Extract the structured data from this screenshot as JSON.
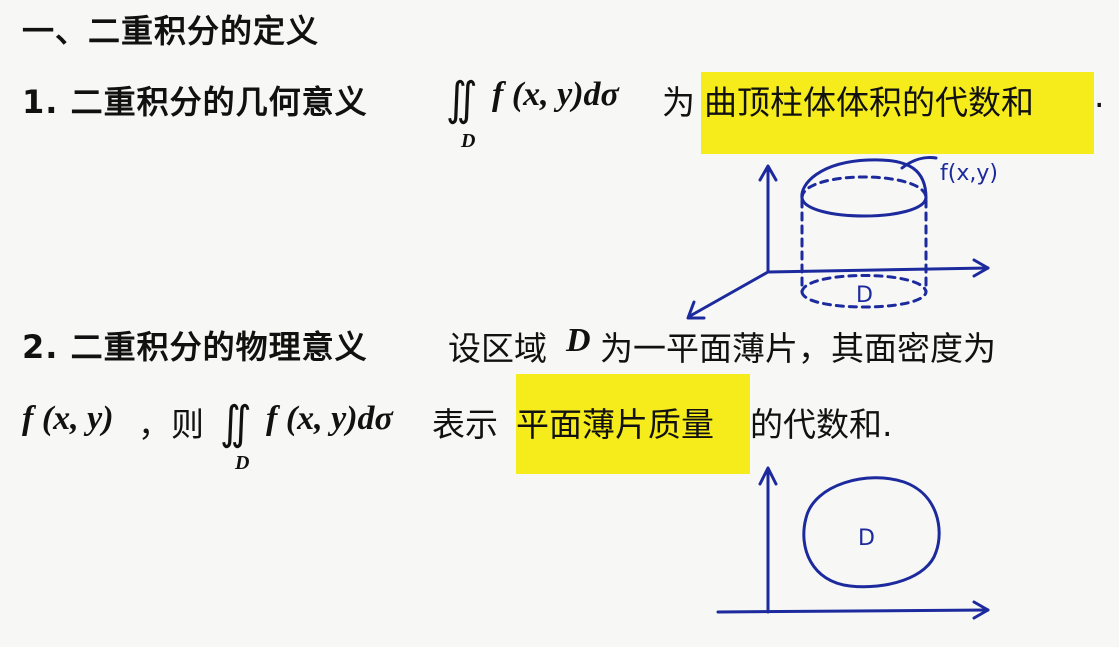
{
  "section_title": "一、二重积分的定义",
  "item1": {
    "label": "1. 二重积分的几何意义",
    "integral_sign": "∬",
    "domain_sub": "D",
    "integrand": "f (x, y)dσ",
    "connector": "为",
    "highlight": "曲顶柱体体积的代数和",
    "tail": "."
  },
  "item2": {
    "label": "2. 二重积分的物理意义",
    "line1_text": "设区域",
    "line1_D": "D",
    "line1_rest": "为一平面薄片，其面密度为",
    "line2_f": "f (x, y)",
    "line2_comma": "，则",
    "integral_sign": "∬",
    "domain_sub": "D",
    "integrand": "f (x, y)dσ",
    "connector": "表示",
    "highlight": "平面薄片质量",
    "tail": "的代数和."
  },
  "sketch1": {
    "surface_label": "f(x,y)",
    "region_label": "D"
  },
  "sketch2": {
    "region_label": "D"
  },
  "colors": {
    "highlight": "#f6ec1b",
    "ink": "#1c2a9e",
    "background": "#f7f7f5"
  }
}
